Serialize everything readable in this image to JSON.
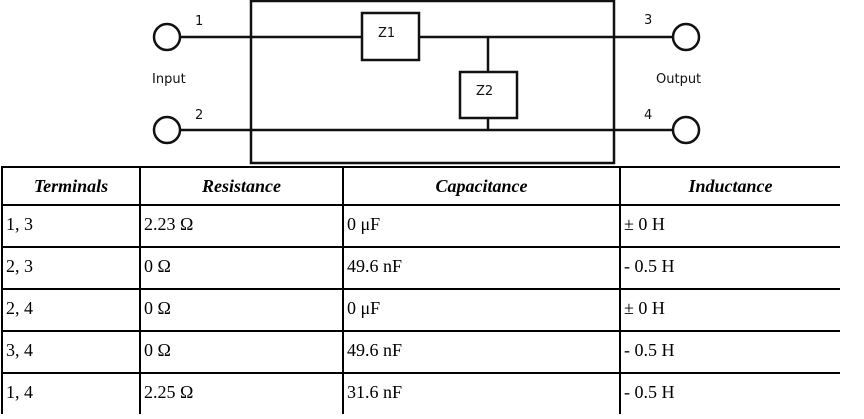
{
  "diagram": {
    "terminal_1": "1",
    "terminal_2": "2",
    "terminal_3": "3",
    "terminal_4": "4",
    "input_label": "Input",
    "output_label": "Output",
    "z1_label": "Z1",
    "z2_label": "Z2"
  },
  "table": {
    "headers": [
      "Terminals",
      "Resistance",
      "Capacitance",
      "Inductance"
    ],
    "rows": [
      [
        "1, 3",
        "2.23 Ω",
        "0 μF",
        "± 0 H"
      ],
      [
        "2, 3",
        "0 Ω",
        "49.6 nF",
        "- 0.5 H"
      ],
      [
        "2, 4",
        "0 Ω",
        "0 μF",
        "± 0 H"
      ],
      [
        "3, 4",
        "0 Ω",
        "49.6 nF",
        "- 0.5 H"
      ],
      [
        "1, 4",
        "2.25 Ω",
        "31.6 nF",
        "- 0.5 H"
      ]
    ]
  }
}
